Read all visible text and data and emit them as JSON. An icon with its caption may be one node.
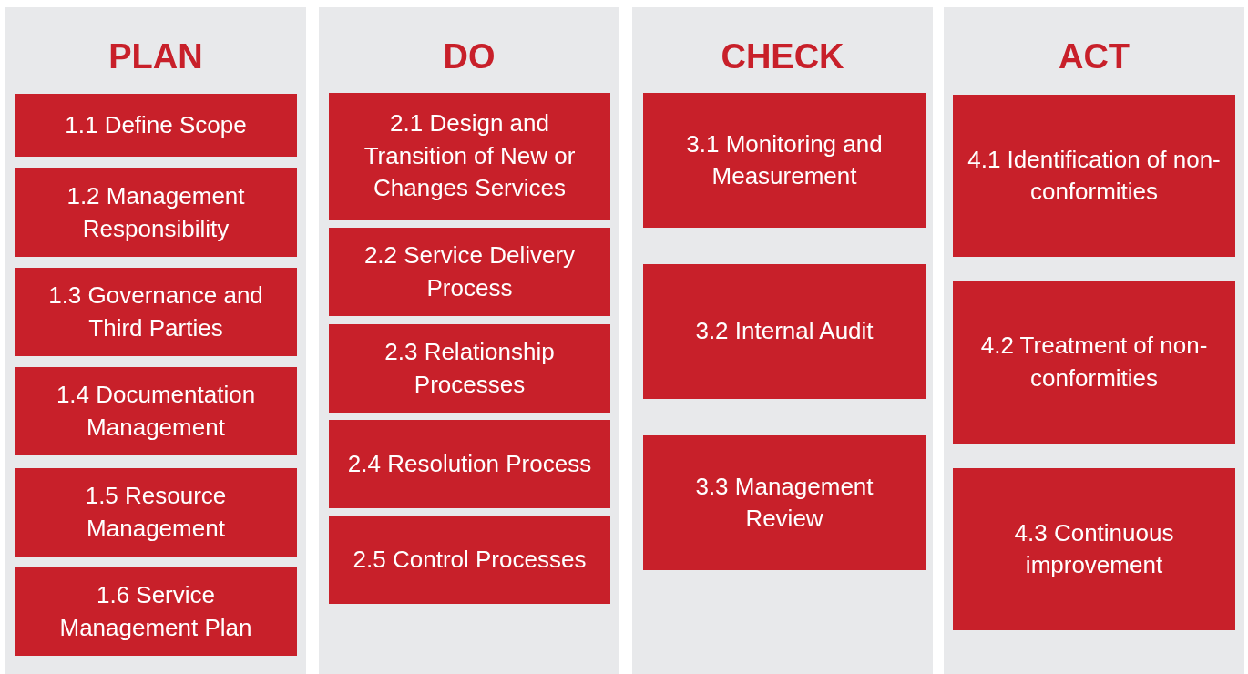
{
  "diagram": {
    "nodes": [
      {
        "text": [
          "PLAN"
        ]
      },
      {
        "text": [
          "1.1 Define Scope"
        ],
        "in": 0
      },
      {
        "text": [
          "1.2 Management Responsibility"
        ],
        "in": 0
      },
      {
        "text": [
          "1.3 Governance and Third Parties"
        ],
        "in": 0
      },
      {
        "text": [
          "1.4 Documentation Management"
        ],
        "in": 0
      },
      {
        "text": [
          "1.5 Resource Management"
        ],
        "in": 0
      },
      {
        "text": [
          "1.6 Service Management Plan"
        ],
        "in": 0
      },
      {
        "text": [
          "DO"
        ]
      },
      {
        "text": [
          "2.1 Design and Transition of New or Changes Services"
        ],
        "in": 7
      },
      {
        "text": [
          "2.2 Service Delivery Process"
        ],
        "in": 7
      },
      {
        "text": [
          "2.3 Relationship Processes"
        ],
        "in": 7
      },
      {
        "text": [
          "2.4 Resolution Process"
        ],
        "in": 7
      },
      {
        "text": [
          "2.5 Control Processes"
        ],
        "in": 7
      },
      {
        "text": [
          "CHECK"
        ]
      },
      {
        "text": [
          "3.1 Monitoring and Measurement"
        ],
        "in": 13
      },
      {
        "text": [
          "3.2 Internal Audit"
        ],
        "in": 13
      },
      {
        "text": [
          "3.3 Management Review"
        ],
        "in": 13
      },
      {
        "text": [
          "ACT"
        ]
      },
      {
        "text": [
          "4.1 Identification of non-conformities"
        ],
        "in": 17
      },
      {
        "text": [
          "4.2 Treatment of non-conformities"
        ],
        "in": 17
      },
      {
        "text": [
          "4.3 Continuous improvement"
        ],
        "in": 17
      }
    ]
  }
}
